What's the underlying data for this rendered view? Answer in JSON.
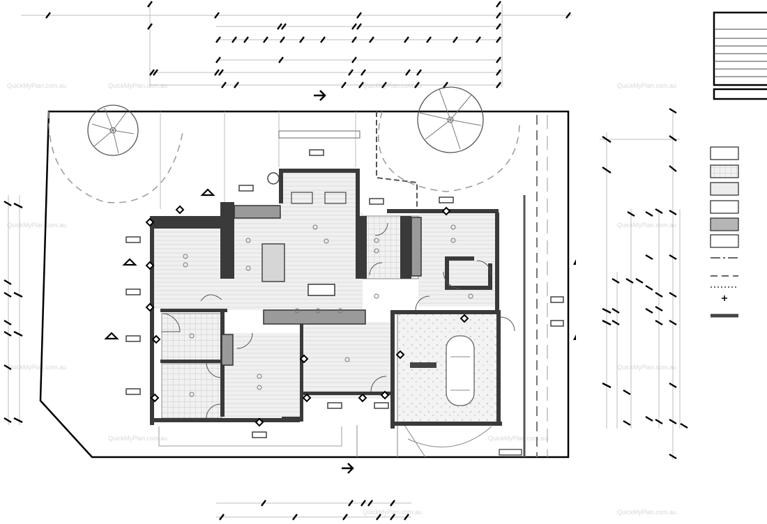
{
  "drawing": {
    "title": "",
    "watermark": "QuickMyPlan.com.au",
    "north_symbol": "arrow-right-icon",
    "legend_icon": "legend-swatch-icon"
  },
  "colors": {
    "wall": "#3a3a3a",
    "boundary": "#000000",
    "dimension": "#bdbdbd",
    "hatch_light": "#eeeeee",
    "hatch_dark": "#b5b5b5"
  },
  "legend": {
    "swatches": [
      {
        "id": "plain",
        "fill": "#ffffff"
      },
      {
        "id": "tile-grid",
        "fill": "#e6e6e6"
      },
      {
        "id": "timber",
        "fill": "#ececec"
      },
      {
        "id": "plain-2",
        "fill": "#ffffff"
      },
      {
        "id": "concrete",
        "fill": "#b5b5b5"
      },
      {
        "id": "plain-3",
        "fill": "#ffffff"
      }
    ],
    "line_types": [
      "dash-dot",
      "dashed",
      "dotted",
      "point",
      "thick"
    ]
  }
}
